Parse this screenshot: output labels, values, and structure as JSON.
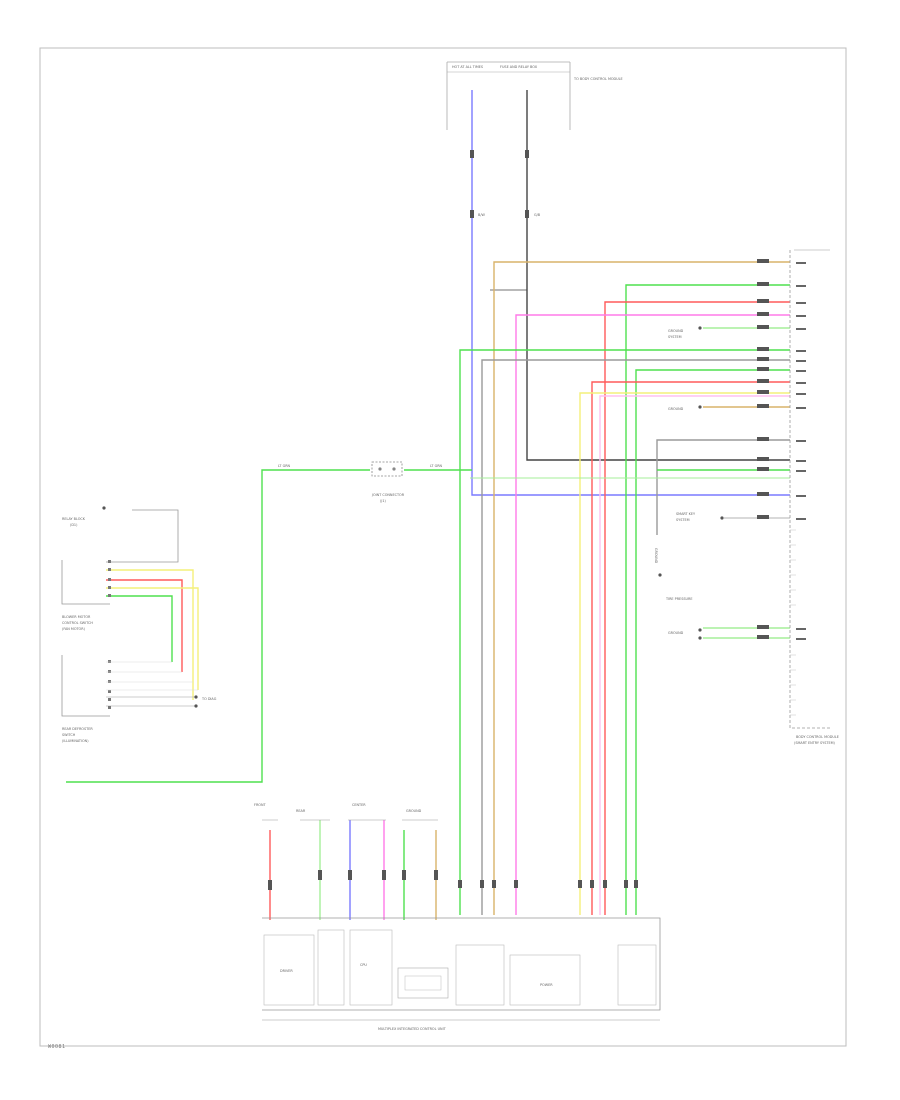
{
  "diagram": {
    "wire_colors": {
      "orange": "#d9b36a",
      "green": "#4fe04f",
      "light_green": "#a6ef9a",
      "red": "#ff5a5a",
      "pink": "#ff7ae8",
      "yellow": "#f4f07a",
      "blue": "#7a7aff",
      "dark": "#444444",
      "gray": "#9a9a9a"
    },
    "labels": {
      "top_fuse_hdr_a": "HOT AT ALL TIMES",
      "top_fuse_hdr_b": "FUSE AND RELAY BOX",
      "top_side_note": "TO BODY CONTROL MODULE",
      "top_wire_a": "B/W",
      "top_wire_b": "G/B",
      "right_module": "BODY CONTROL MODULE",
      "right_module_sub": "(SMART ENTRY SYSTEM)",
      "left_upper_conn": "RELAY BLOCK",
      "left_upper_conn_sub": "(D1)",
      "left_mid_label_1": "BLOWER MOTOR",
      "left_mid_label_2": "CONTROL SWITCH",
      "left_mid_label_3": "(FAN MOTOR)",
      "left_lower_label_1": "REAR DEFROSTER",
      "left_lower_label_2": "SWITCH",
      "left_lower_label_3": "(ILLUMINATION)",
      "left_side_out": "TO DIAG",
      "mid_junction": "JOINT CONNECTOR",
      "mid_junction_sub": "(J1)",
      "mid_wire_a": "LT GRN",
      "mid_wire_b": "LT GRN",
      "right_mid_note_1": "GROUND",
      "right_mid_note_2": "SYSTEM",
      "right_lower_note_1": "SMART KEY",
      "right_lower_note_2": "SYSTEM",
      "right_lower_note_3": "TIRE PRESSURE",
      "right_vert_note": "GROUND",
      "bottom_top_1": "FRONT",
      "bottom_top_2": "REAR",
      "bottom_top_3": "CENTER",
      "bottom_top_4": "GROUND",
      "bottom_module": "MULTIPLEX INTEGRATED CONTROL UNIT",
      "bottom_inner_a": "DRIVER",
      "bottom_inner_b": "CPU",
      "bottom_inner_c": "POWER",
      "ref_code": "W0081"
    }
  }
}
